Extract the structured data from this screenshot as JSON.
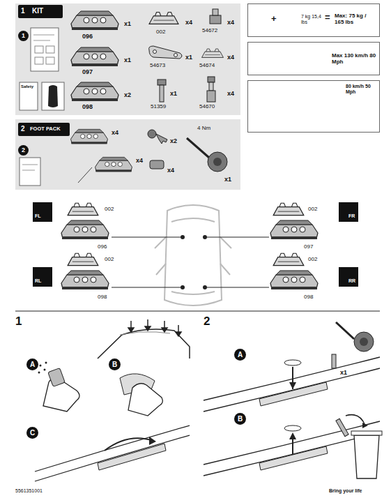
{
  "diagram": {
    "nodes": [
      {
        "text": [
          "1",
          "KIT"
        ]
      },
      {
        "text": [
          "+",
          "7 kg 15,4 lbs",
          "=",
          "Max: 75 kg / 165 lbs"
        ]
      },
      {
        "text": [
          "1"
        ]
      },
      {
        "text": [
          "Max 130 km/h 80 Mph"
        ]
      },
      {
        "text": [
          "80 km/h 50 Mph"
        ]
      },
      {
        "text": [
          "2",
          "FOOT PACK"
        ]
      },
      {
        "text": [
          "2"
        ]
      },
      {
        "text": [
          "FL"
        ]
      },
      {
        "text": [
          "FR"
        ]
      },
      {
        "text": [
          "RL"
        ]
      },
      {
        "text": [
          "RR"
        ]
      },
      {
        "text": [
          "A"
        ]
      },
      {
        "text": [
          "B"
        ]
      },
      {
        "text": [
          "C"
        ]
      },
      {
        "text": [
          "A"
        ]
      },
      {
        "text": [
          "B"
        ]
      }
    ],
    "labels": [
      "096",
      "x1",
      "002",
      "x4",
      "54672",
      "x4",
      "097",
      "x1",
      "54673",
      "x1",
      "54674",
      "x4",
      "098",
      "x2",
      "51359",
      "x1",
      "54670",
      "x4",
      "Safety",
      "x4",
      "x4",
      "x2",
      "x4",
      "4 Nm",
      "x1",
      "002",
      "096",
      "002",
      "097",
      "002",
      "098",
      "002",
      "098",
      "1",
      "2",
      "x1",
      "5561351001",
      "Bring your life"
    ]
  }
}
